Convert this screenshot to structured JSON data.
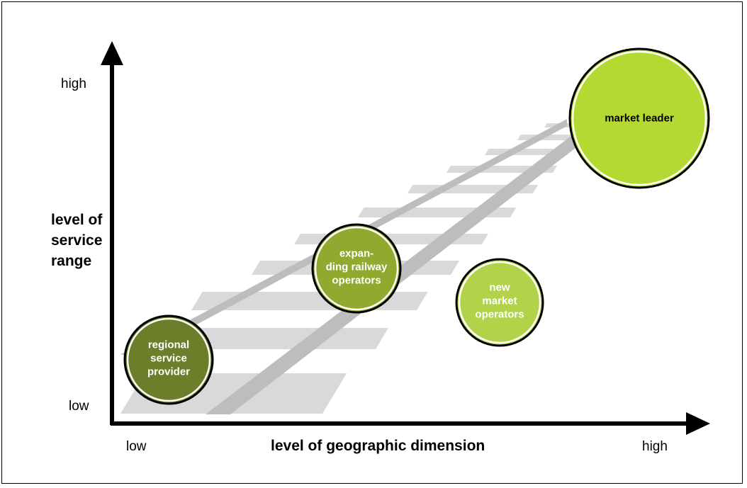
{
  "y_axis": {
    "title_lines": [
      "level of",
      "service",
      "range"
    ],
    "high_label": "high",
    "low_label": "low"
  },
  "x_axis": {
    "title": "level of geographic dimension",
    "low_label": "low",
    "high_label": "high"
  },
  "bubbles": [
    {
      "lines": [
        "regional",
        "service",
        "provider"
      ],
      "fill": "#6b7f2a",
      "text_color": "#ffffff"
    },
    {
      "lines": [
        "expan-",
        "ding railway",
        "operators"
      ],
      "fill": "#8faa2e",
      "text_color": "#ffffff"
    },
    {
      "lines": [
        "new",
        "market",
        "operators"
      ],
      "fill": "#b2d24a",
      "text_color": "#ffffff"
    },
    {
      "lines": [
        "market leader"
      ],
      "fill": "#b4d932",
      "text_color": "#000000"
    }
  ],
  "colors": {
    "track_sleeper": "#d9d9d9",
    "track_rail": "#bdbdbd",
    "axis": "#000000"
  }
}
